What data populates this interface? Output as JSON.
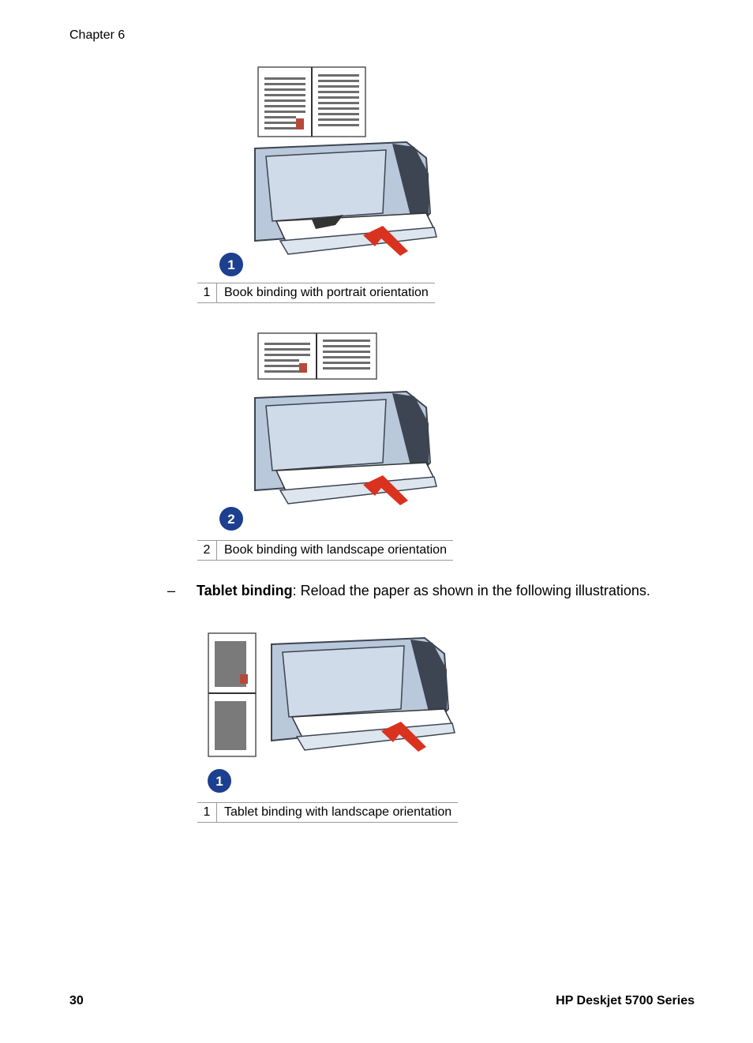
{
  "header": {
    "chapter": "Chapter 6"
  },
  "figures": [
    {
      "badge": "1",
      "caption_num": "1",
      "caption": "Book binding with portrait orientation"
    },
    {
      "badge": "2",
      "caption_num": "2",
      "caption": "Book binding with landscape orientation"
    },
    {
      "badge": "1",
      "caption_num": "1",
      "caption": "Tablet binding with landscape orientation"
    }
  ],
  "bullet": {
    "dash": "–",
    "bold": "Tablet binding",
    "rest": ": Reload the paper as shown in the following illustrations."
  },
  "footer": {
    "page_number": "30",
    "product": "HP Deskjet 5700 Series"
  },
  "colors": {
    "printer_blue": "#b9c8da",
    "printer_dark": "#3d4452",
    "arrow_red": "#d9321f",
    "badge_blue": "#1c3f8f"
  }
}
